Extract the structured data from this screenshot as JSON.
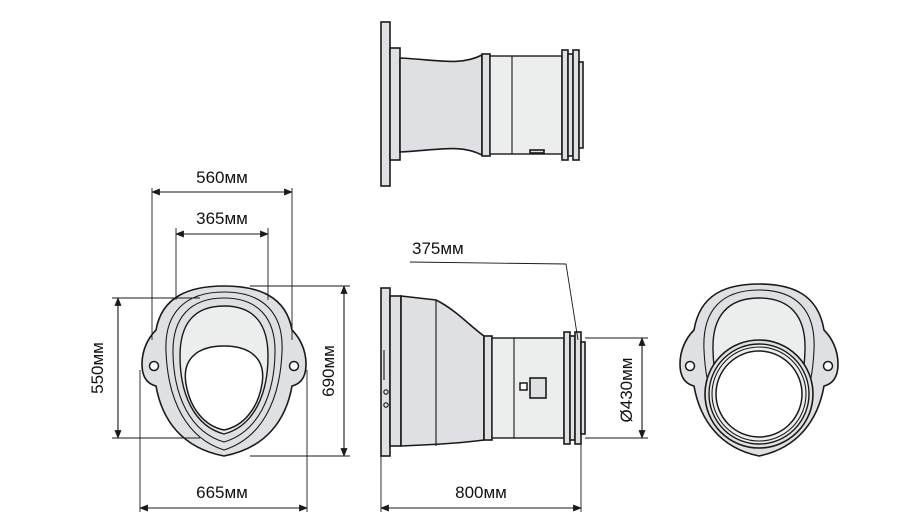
{
  "dimensions": {
    "width_outer": "560мм",
    "width_inner": "365мм",
    "height_inner": "550мм",
    "height_outer": "690мм",
    "width_total": "665мм",
    "length_total": "800мм",
    "collar_width": "375мм",
    "diameter": "Ø430мм"
  },
  "colors": {
    "body_fill": "#dfe0e3",
    "line": "#1a1a1a",
    "background": "#ffffff"
  }
}
